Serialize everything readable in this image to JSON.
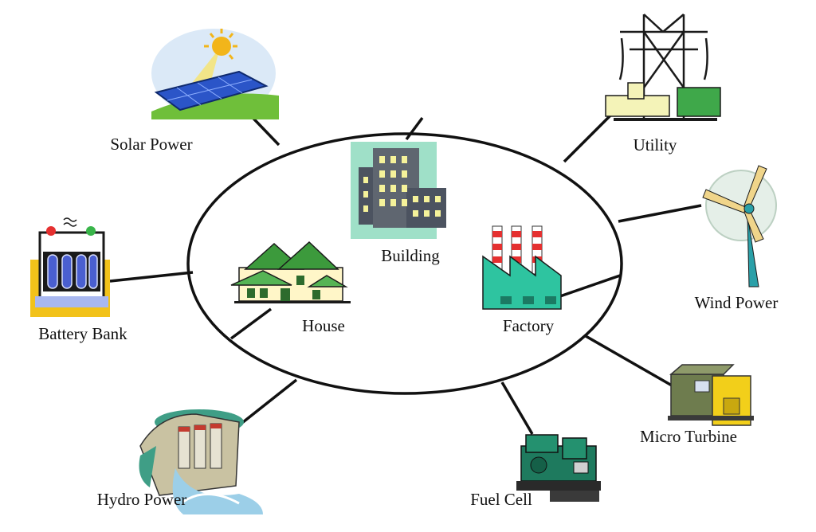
{
  "hub": {
    "house": "House",
    "building": "Building",
    "factory": "Factory"
  },
  "sources": {
    "solar": "Solar Power",
    "utility": "Utility",
    "battery": "Battery Bank",
    "wind": "Wind Power",
    "micro_turbine": "Micro Turbine",
    "hydro": "Hydro Power",
    "fuel_cell": "Fuel Cell"
  },
  "colors": {
    "ellipse_stroke": "#111111",
    "building_teal": "#9fe0c8",
    "building_body": "#5f6670",
    "house_roof": "#3c9a3c",
    "house_wall": "#fff6c8",
    "factory_teal": "#2ec4a0",
    "factory_stripe": "#e53030",
    "solar_panel": "#2b55c8",
    "battery_yellow": "#f2c21a",
    "micro_turbine_yellow": "#f2cf1a",
    "fuel_cell_green": "#1e7a5e",
    "hydro_water": "#9ccfe8"
  }
}
